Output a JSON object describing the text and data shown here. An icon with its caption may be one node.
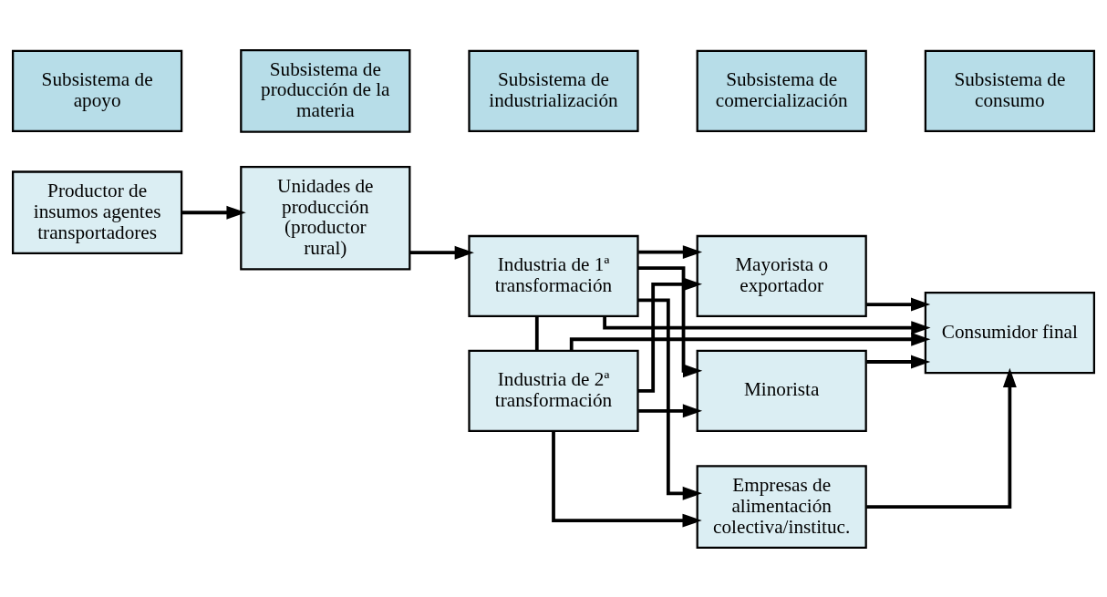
{
  "diagram": {
    "nodes": [
      {
        "text": [
          "Subsistema de apoyo"
        ]
      },
      {
        "text": [
          "Subsistema de producción de la materia"
        ]
      },
      {
        "text": [
          "Subsistema de industrialización"
        ]
      },
      {
        "text": [
          "Subsistema de comercialización"
        ]
      },
      {
        "text": [
          "Subsistema de consumo"
        ]
      },
      {
        "text": [
          "Productor de insumos agentes transportadores"
        ]
      },
      {
        "text": [
          "Unidades de producción (productor rural)"
        ]
      },
      {
        "text": [
          "Industria de 1ª transformación"
        ]
      },
      {
        "text": [
          "Industria de 2ª transformación"
        ]
      },
      {
        "text": [
          "Mayorista o exportador"
        ]
      },
      {
        "text": [
          "Minorista"
        ]
      },
      {
        "text": [
          "Empresas de alimentación colectiva/instituc."
        ]
      },
      {
        "text": [
          "Consumidor final"
        ]
      }
    ],
    "edges": [
      {
        "from": 5,
        "to": 6,
        "arrow": "to"
      },
      {
        "from": 6,
        "to": 7,
        "arrow": "to"
      },
      {
        "from": 7,
        "to": 8,
        "arrow": "none"
      },
      {
        "from": 7,
        "to": 9,
        "arrow": "to"
      },
      {
        "from": 7,
        "to": 10,
        "arrow": "to"
      },
      {
        "from": 7,
        "to": 11,
        "arrow": "to"
      },
      {
        "from": 8,
        "to": 9,
        "arrow": "to"
      },
      {
        "from": 8,
        "to": 10,
        "arrow": "to"
      },
      {
        "from": 8,
        "to": 11,
        "arrow": "to"
      },
      {
        "from": 9,
        "to": 12,
        "arrow": "to"
      },
      {
        "from": 10,
        "to": 12,
        "arrow": "to"
      },
      {
        "from": 11,
        "to": 12,
        "arrow": "to"
      },
      {
        "from": 7,
        "to": 12,
        "arrow": "to"
      },
      {
        "from": 8,
        "to": 12,
        "arrow": "to"
      }
    ]
  }
}
